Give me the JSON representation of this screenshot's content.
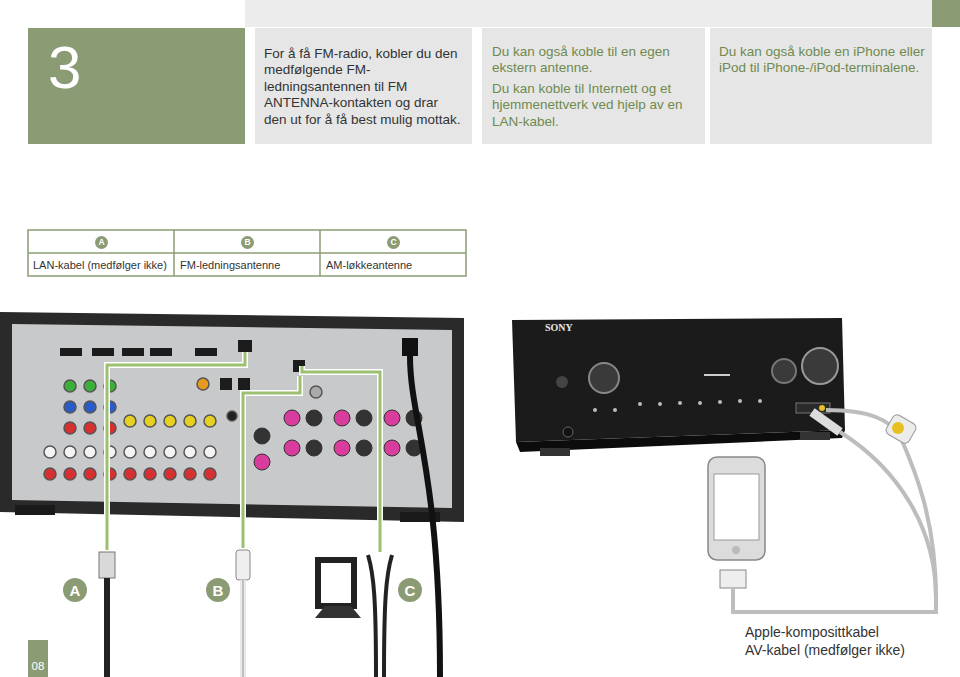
{
  "diagram": {
    "nodes": [
      {
        "text": [
          "3"
        ]
      },
      {
        "text": [
          "For å få FM-radio, kobler du den medfølgende FM-ledningsantennen til FM ANTENNA-kontakten og drar den ut for å få best mulig mottak."
        ]
      },
      {
        "text": [
          "Du kan også koble til en egen ekstern antenne.",
          "Du kan koble til Internett og et hjemmenettverk ved hjelp av en LAN-kabel."
        ]
      },
      {
        "text": [
          "Du kan også koble en iPhone eller iPod til iPhone-/iPod-terminalene."
        ]
      },
      {
        "text": [
          "A"
        ]
      },
      {
        "text": [
          "B"
        ]
      },
      {
        "text": [
          "C"
        ]
      },
      {
        "text": [
          "A"
        ]
      },
      {
        "text": [
          "B"
        ]
      },
      {
        "text": [
          "C"
        ]
      },
      {
        "text": [
          "08"
        ]
      }
    ],
    "labels": [
      "LAN-kabel (medfølger ikke)",
      "FM-ledningsantenne",
      "AM-løkkeantenne",
      "SONY",
      "Apple-komposittkabel",
      "AV-kabel (medfølger ikke)"
    ]
  }
}
